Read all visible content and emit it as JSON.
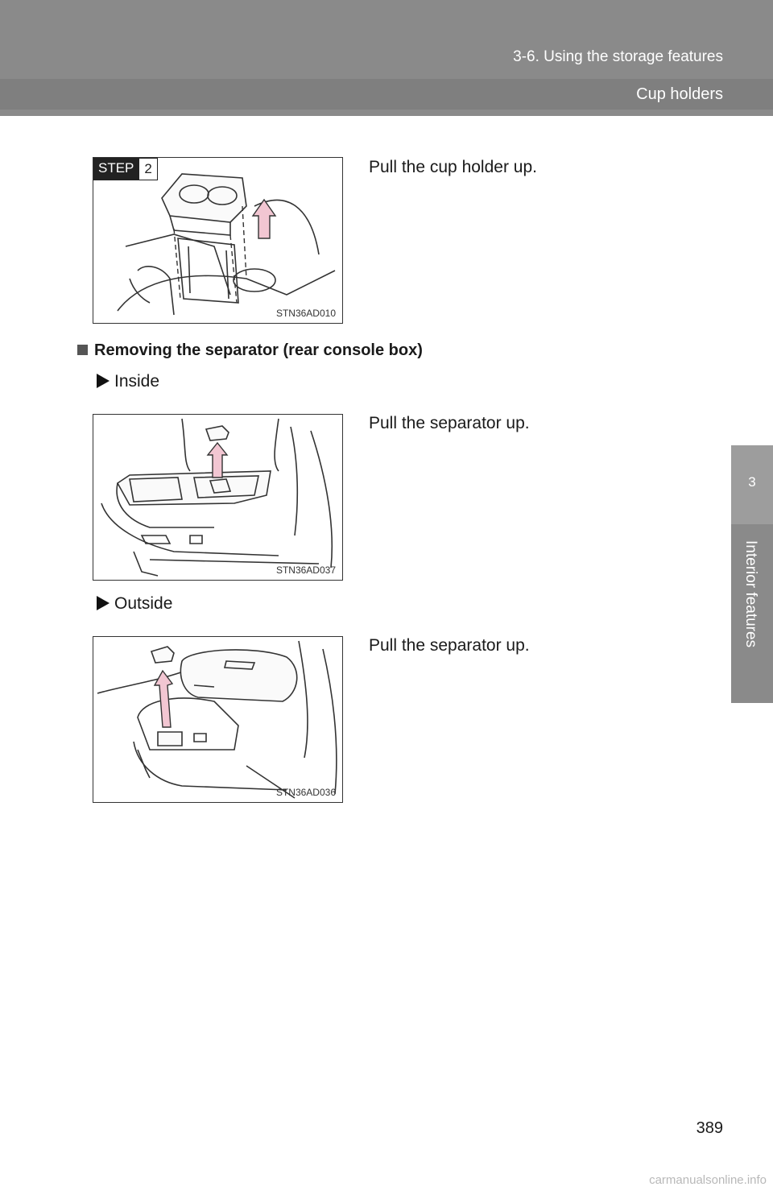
{
  "header": {
    "section": "3-6. Using the storage features",
    "topic": "Cup holders"
  },
  "side_tab": {
    "number": "3",
    "label": "Interior features"
  },
  "step2": {
    "badge_word": "STEP",
    "badge_number": "2",
    "image_code": "STN36AD010",
    "instruction": "Pull the cup holder up."
  },
  "separator_section": {
    "heading": "Removing the separator (rear console box)",
    "inside": {
      "label": "Inside",
      "image_code": "STN36AD037",
      "instruction": "Pull the separator up."
    },
    "outside": {
      "label": "Outside",
      "image_code": "STN36AD036",
      "instruction": "Pull the separator up."
    }
  },
  "page_number": "389",
  "watermark": "carmanualsonline.info",
  "colors": {
    "header_gray": "#8a8a8a",
    "arrow_pink": "#f2c6d2",
    "line": "#333333"
  }
}
